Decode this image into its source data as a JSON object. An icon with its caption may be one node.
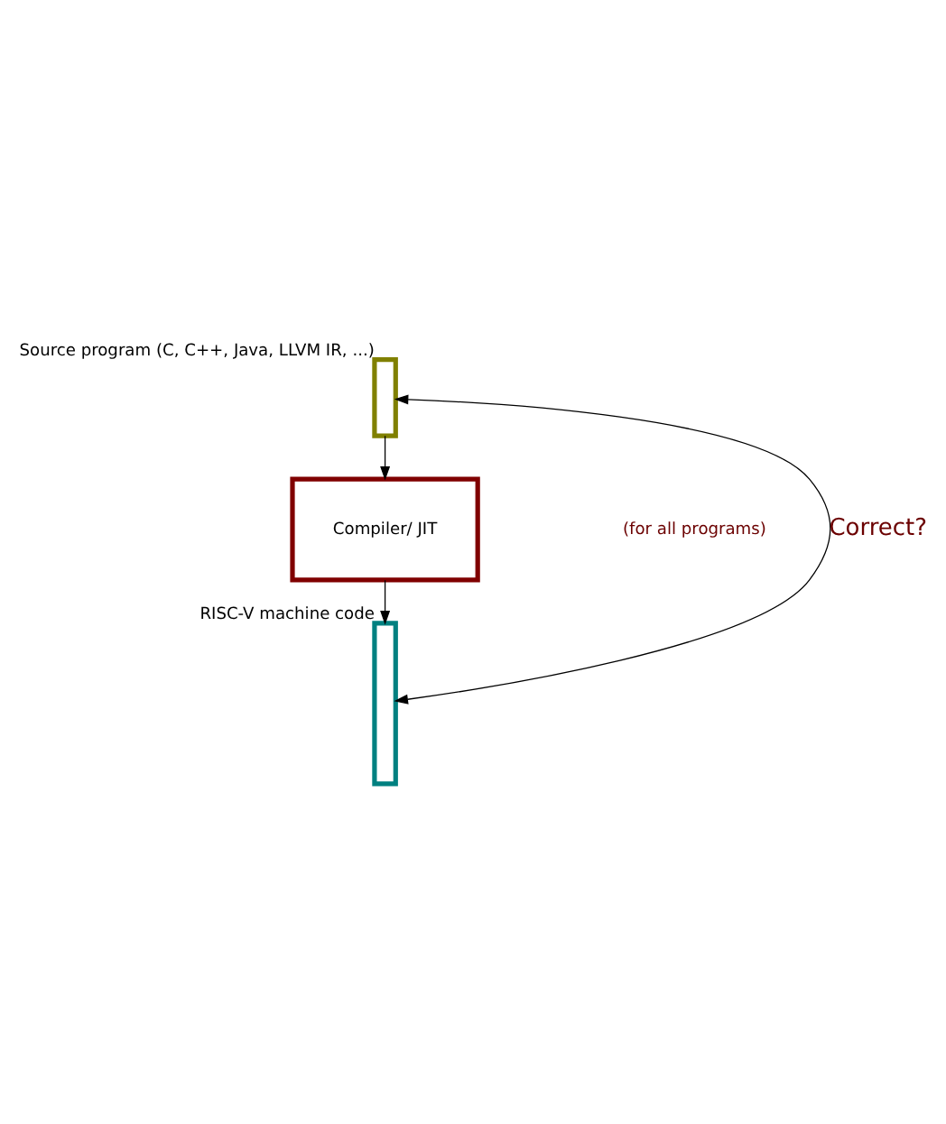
{
  "diagram": {
    "nodes": [
      {
        "text": [],
        "shape": "box",
        "beside": [
          "Source program (C, C++, Java, LLVM IR, ...)"
        ]
      },
      {
        "text": [
          "Compiler/ JIT"
        ]
      },
      {
        "text": [],
        "shape": "box",
        "beside": [
          "RISC-V machine code"
        ]
      }
    ],
    "edges": [
      {
        "from": 0,
        "to": 1,
        "arrow": "to"
      },
      {
        "from": 1,
        "to": 2,
        "arrow": "to"
      },
      {
        "from": 0,
        "to": 2,
        "arrow": "both",
        "label": "Correct?"
      }
    ],
    "labels": [
      "(for all programs)"
    ]
  }
}
